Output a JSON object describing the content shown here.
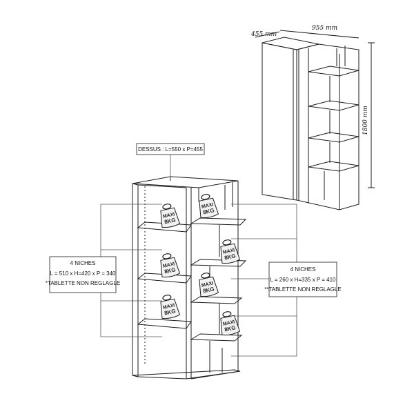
{
  "closed_view": {
    "depth_label": "455 mm",
    "width_label": "955 mm",
    "height_label": "1800 mm"
  },
  "top_label": "DESSUS : L=550 x P=455",
  "left_niches": {
    "title": "4 NICHES",
    "dims": "L = 510 x H=420 x P = 340",
    "note": "*TABLETTE NON REGLAGLE"
  },
  "right_niches": {
    "title": "4 NICHES",
    "dims": "L = 260 x H=335 x P = 410",
    "note": "**TABLETTE NON REGLAGLE"
  },
  "weight_badge": {
    "line1": "MAXI",
    "line2": "8KG",
    "count": 7
  },
  "colors": {
    "line": "#1a1a1a",
    "leader": "#555555",
    "weight_fill": "#f2f2f2"
  }
}
